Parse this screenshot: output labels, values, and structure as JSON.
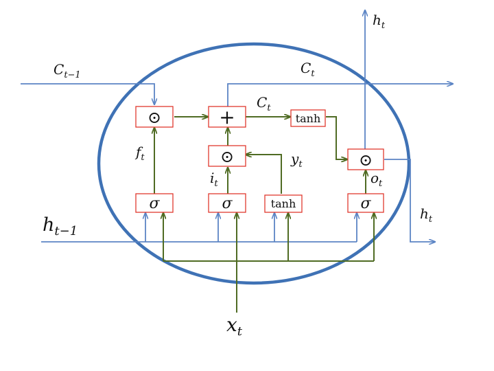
{
  "labels": {
    "c_prev": "C",
    "c_prev_sub": "t−1",
    "c_out": "C",
    "c_out_sub": "t",
    "c_mid": "C",
    "c_mid_sub": "t",
    "h_top": "h",
    "h_top_sub": "t",
    "h_right": "h",
    "h_right_sub": "t",
    "h_prev": "h",
    "h_prev_sub": "t−1",
    "f": "f",
    "f_sub": "t",
    "i": "i",
    "i_sub": "t",
    "y": "y",
    "y_sub": "t",
    "o": "o",
    "o_sub": "t",
    "x": "x",
    "x_sub": "t"
  },
  "ops": {
    "hadamard": "⊙",
    "plus": "+",
    "sigma": "σ",
    "tanh": "tanh"
  },
  "colors": {
    "box_border": "#e0382e",
    "blue_line": "#5b84c4",
    "green_line": "#4f6b23",
    "ellipse": "#3f72b5"
  }
}
